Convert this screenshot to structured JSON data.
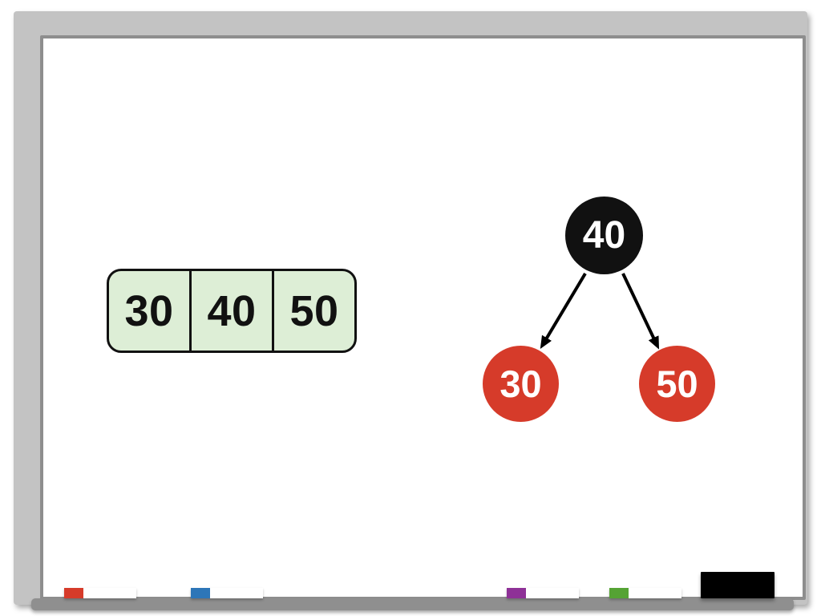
{
  "whiteboard": {
    "frame_color": "#c3c3c3",
    "bevel_color": "#8e8e8e",
    "surface_color": "#ffffff",
    "tray_color": "#8f8f8f"
  },
  "array": {
    "cells": [
      {
        "value": "30"
      },
      {
        "value": "40"
      },
      {
        "value": "50"
      }
    ],
    "fill_color": "#ddeed6",
    "border_color": "#111111"
  },
  "tree": {
    "nodes": [
      {
        "id": "root",
        "label": "40",
        "fill": "#111111",
        "text_color": "#ffffff"
      },
      {
        "id": "left-child",
        "label": "30",
        "fill": "#d63b2a",
        "text_color": "#ffffff"
      },
      {
        "id": "right-child",
        "label": "50",
        "fill": "#d63b2a",
        "text_color": "#ffffff"
      }
    ],
    "edges": [
      {
        "from": "root",
        "to": "left-child"
      },
      {
        "from": "root",
        "to": "right-child"
      }
    ],
    "edge_color": "#000000"
  },
  "tray": {
    "markers": [
      {
        "name": "red-marker",
        "cap_color": "#d63b2a",
        "body_color": "#ffffff"
      },
      {
        "name": "blue-marker",
        "cap_color": "#2d76b8",
        "body_color": "#ffffff"
      },
      {
        "name": "purple-marker",
        "cap_color": "#8e3197",
        "body_color": "#ffffff"
      },
      {
        "name": "green-marker",
        "cap_color": "#55a334",
        "body_color": "#ffffff"
      }
    ],
    "eraser": {
      "name": "eraser",
      "color": "#000000"
    }
  }
}
